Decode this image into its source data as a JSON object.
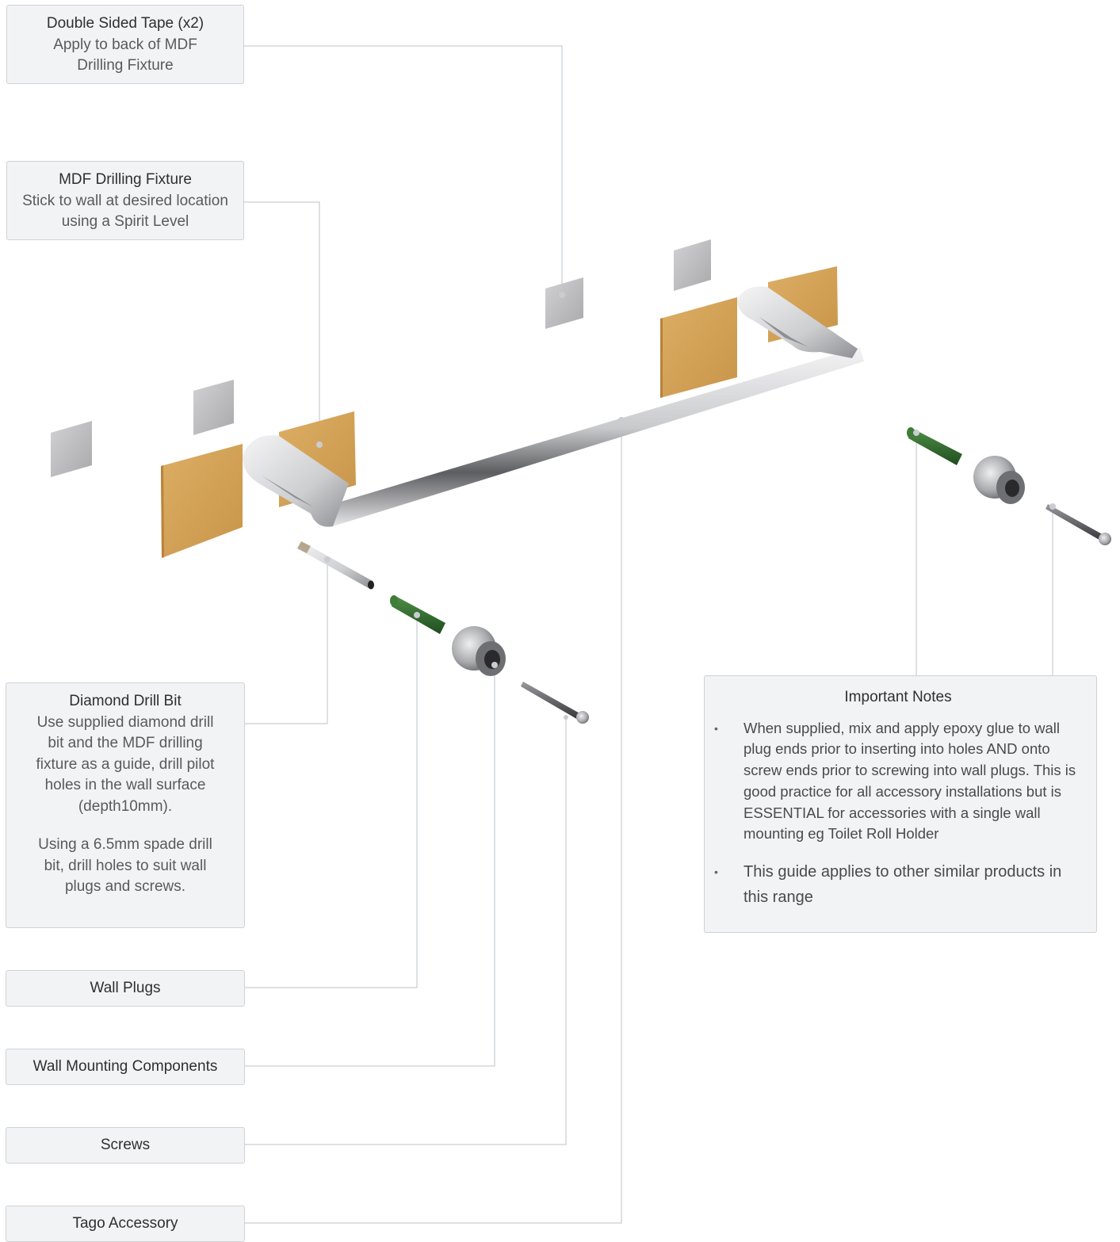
{
  "callouts": {
    "tape": {
      "title": "Double Sided Tape (x2)",
      "line1": "Apply to back of  MDF",
      "line2": "Drilling Fixture"
    },
    "mdf": {
      "title": "MDF Drilling Fixture",
      "line1": "Stick to wall at desired location",
      "line2": "using a Spirit Level"
    },
    "drill": {
      "title": "Diamond Drill Bit",
      "para1": "Use supplied diamond drill bit and the MDF drilling fixture as a guide, drill pilot holes in the wall surface (depth10mm).",
      "para2": "Using a 6.5mm spade drill bit, drill holes to suit wall plugs and screws."
    },
    "plugs": "Wall Plugs",
    "mount": "Wall Mounting Components",
    "screws": "Screws",
    "tago": "Tago Accessory"
  },
  "notes": {
    "title": "Important Notes",
    "items": [
      "When supplied, mix and apply epoxy glue to wall plug ends prior to inserting into holes AND onto screw ends prior to screwing into wall plugs. This is good practice for all accessory installations but is ESSENTIAL for accessories with a single wall mounting eg Toilet Roll Holder",
      "This guide applies to other similar products in this range"
    ],
    "bullet": "•"
  },
  "colors": {
    "mdf": "#d4a55e",
    "tape": "#c8c8ca",
    "chrome": "#d9dadc",
    "plug": "#2f6b2f",
    "leader": "#c9cdd1"
  }
}
